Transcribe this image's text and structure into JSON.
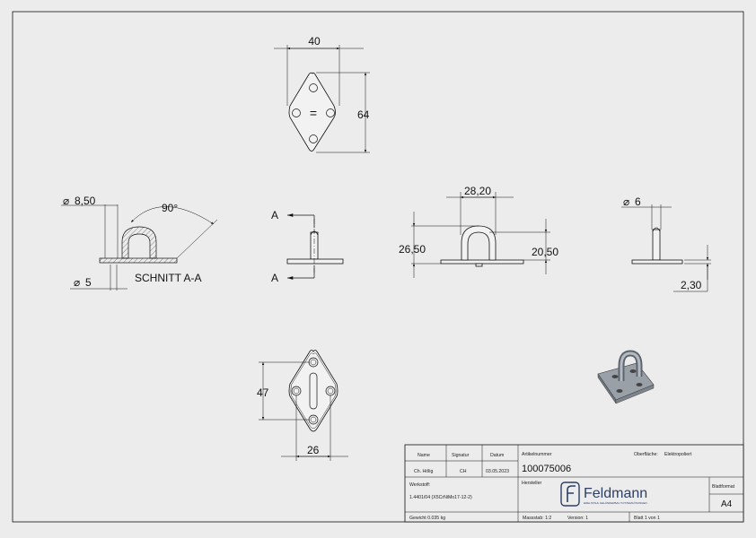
{
  "dimensions": {
    "top_width": "40",
    "top_height": "64",
    "top_symbol": "=",
    "section_dia": "8,50",
    "section_angle": "90°",
    "section_hole_dia": "5",
    "section_label": "SCHNITT A-A",
    "section_marker": "A",
    "front_inner_width": "28,20",
    "front_total_height": "26,50",
    "front_inner_height": "20,50",
    "side_dia": "6",
    "side_thickness": "2,30",
    "bottom_height": "47",
    "bottom_width": "26",
    "diameter_symbol": "⌀"
  },
  "title_block": {
    "col_name": "Name",
    "col_signature": "Signatur",
    "col_date": "Datum",
    "name_value": "Ch. Hölig",
    "signature_value": "CH",
    "date_value": "03.05.2023",
    "article_label": "Artikelnummer",
    "article_value": "100075006",
    "surface_label": "Oberfläche:",
    "surface_value": "Elektropoliert",
    "material_label": "Werkstoff:",
    "material_value": "1.4401/04 (X5CrNiMo17-12-2)",
    "manufacturer_label": "Hersteller",
    "brand_name": "Feldmann",
    "brand_tagline": "EDELSTAHL GELÄNDERBAU SYSTEMLÖSUNGEN",
    "sheet_format_label": "Blattformat",
    "sheet_format_value": "A4",
    "weight": "Gewicht 0.035 kg",
    "scale": "Massstab: 1:2",
    "version": "Version: 1",
    "sheet": "Blatt 1 von 1"
  }
}
